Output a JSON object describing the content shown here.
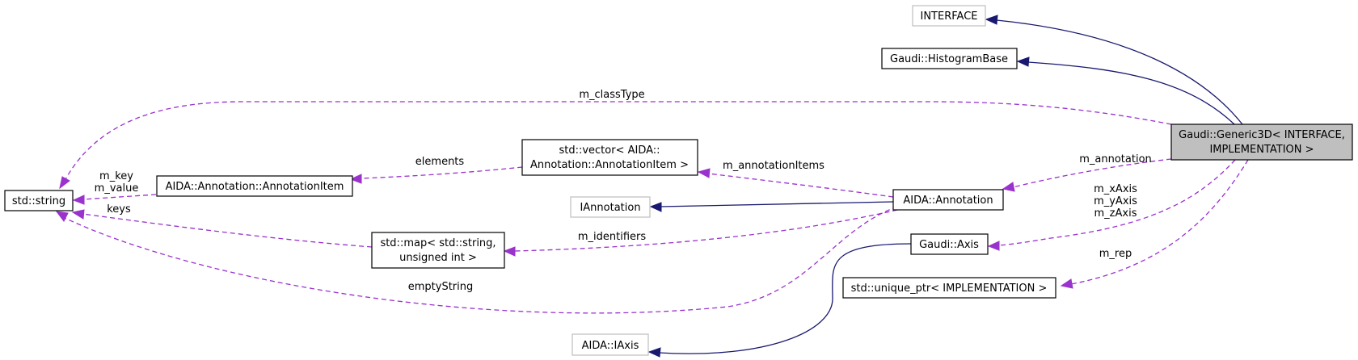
{
  "nodes": {
    "interface": "INTERFACE",
    "histogram_base": "Gaudi::HistogramBase",
    "generic3d_line1": "Gaudi::Generic3D< INTERFACE,",
    "generic3d_line2": "IMPLEMENTATION >",
    "std_string": "std::string",
    "annotation_item": "AIDA::Annotation::AnnotationItem",
    "vector_line1": "std::vector< AIDA::",
    "vector_line2": "Annotation::AnnotationItem >",
    "iannotation": "IAnnotation",
    "aida_annotation": "AIDA::Annotation",
    "map_line1": "std::map< std::string,",
    "map_line2": "unsigned int >",
    "gaudi_axis": "Gaudi::Axis",
    "unique_ptr": "std::unique_ptr< IMPLEMENTATION >",
    "aida_iaxis": "AIDA::IAxis"
  },
  "edge_labels": {
    "m_classType": "m_classType",
    "m_key": "m_key",
    "m_value": "m_value",
    "elements": "elements",
    "m_annotationItems": "m_annotationItems",
    "m_annotation": "m_annotation",
    "keys": "keys",
    "m_identifiers": "m_identifiers",
    "emptyString": "emptyString",
    "m_xAxis": "m_xAxis",
    "m_yAxis": "m_yAxis",
    "m_zAxis": "m_zAxis",
    "m_rep": "m_rep"
  },
  "colors": {
    "inheritance": "#191970",
    "usage": "#9a32cd",
    "focus_fill": "#bfbfbf",
    "external_border": "#bfbfbf"
  }
}
